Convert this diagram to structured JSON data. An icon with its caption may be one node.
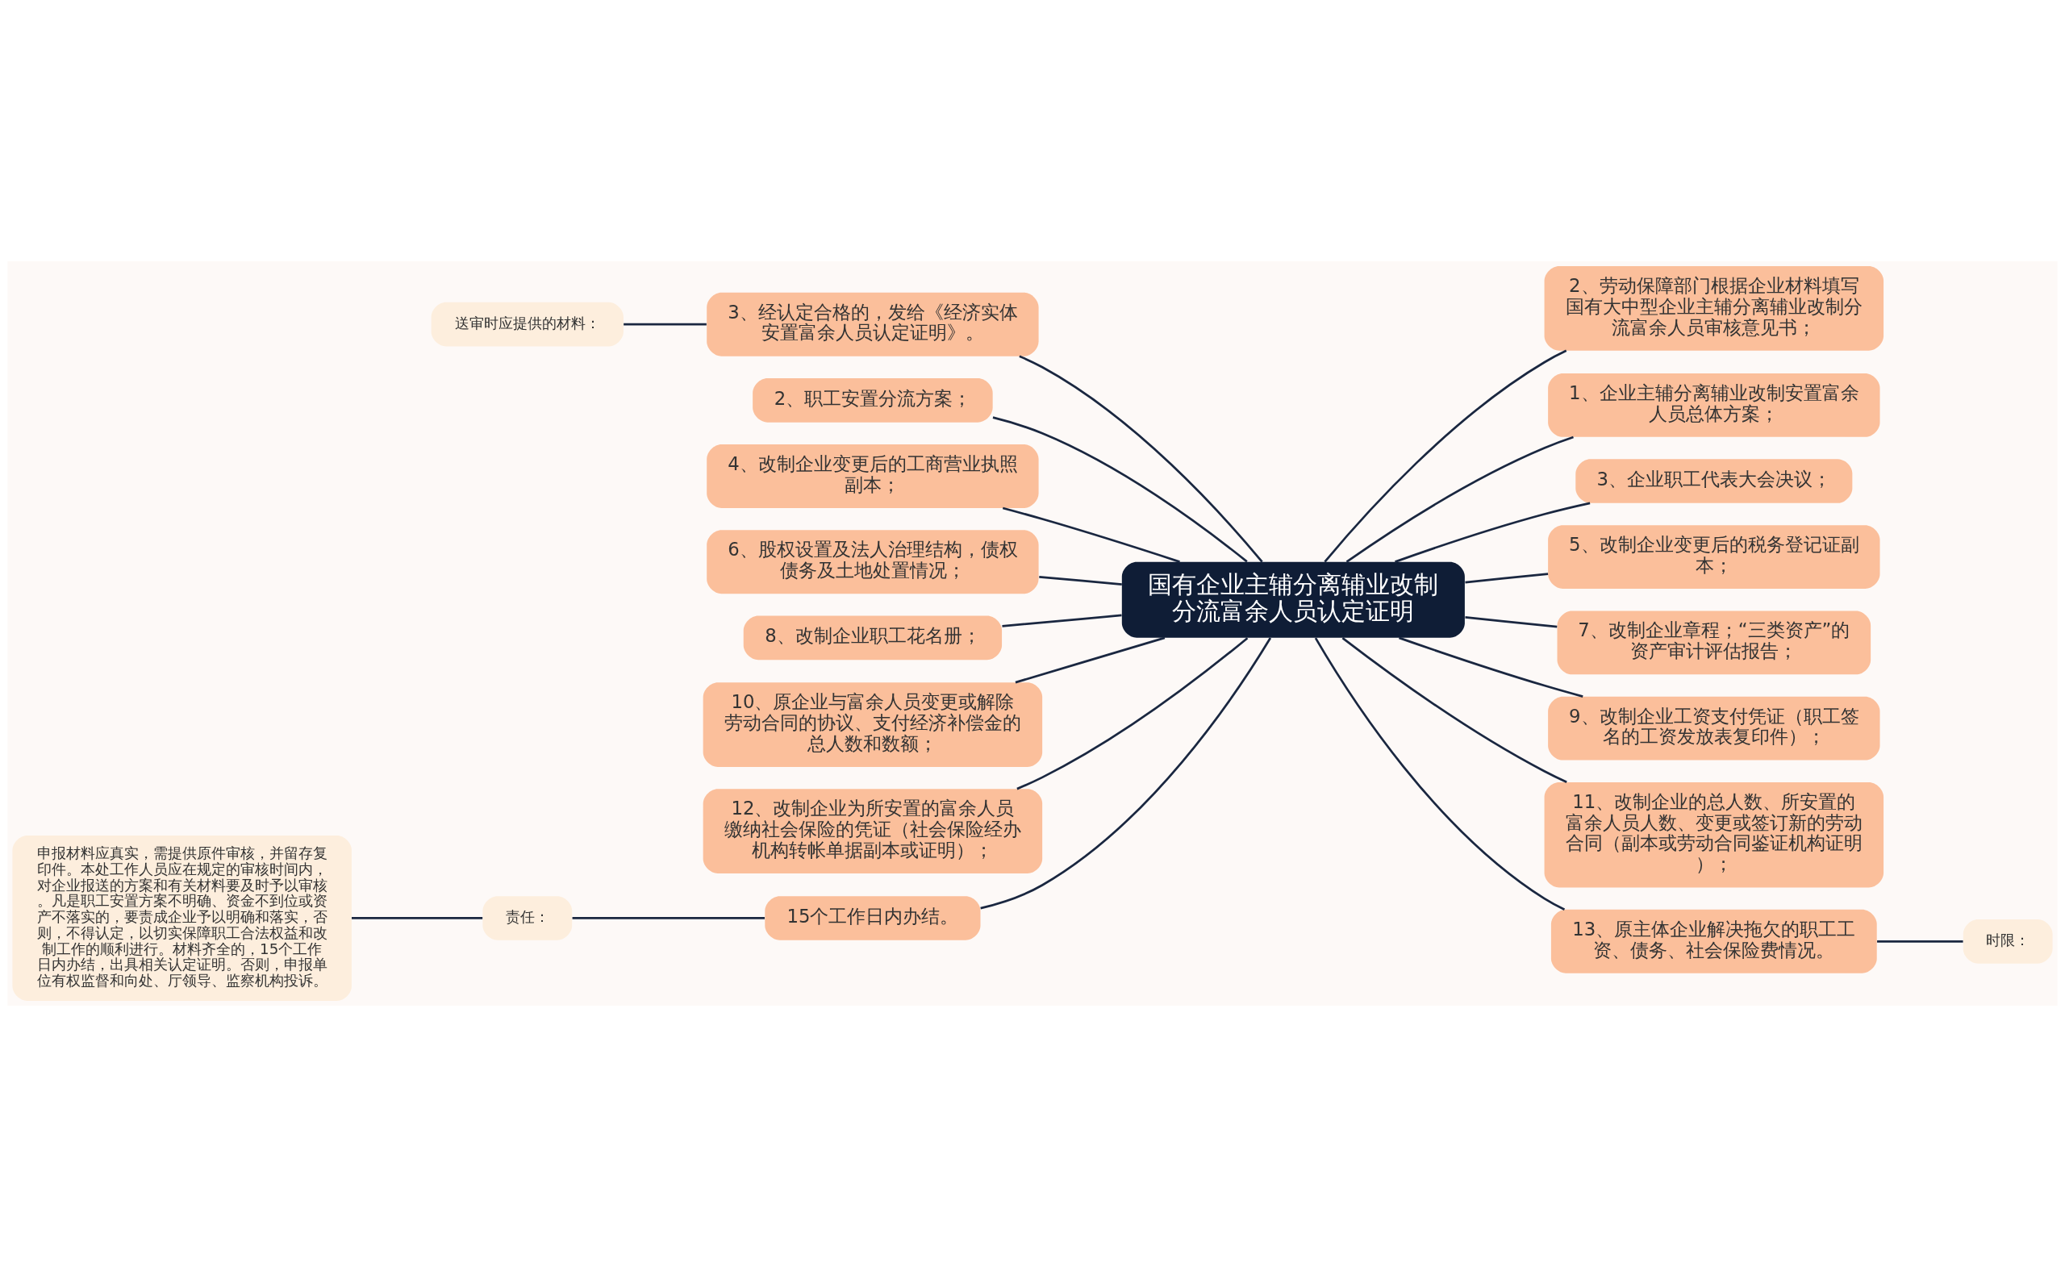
{
  "diagram": {
    "nodes": [
      {
        "text": [
          "国有企业主辅分离辅业改制分流富余人员认定证明"
        ]
      },
      {
        "text": [
          "3、经认定合格的，发给《经济实体安置富余人员认定证明》。"
        ]
      },
      {
        "text": [
          "送审时应提供的材料："
        ]
      },
      {
        "text": [
          "2、职工安置分流方案；"
        ]
      },
      {
        "text": [
          "4、改制企业变更后的工商营业执照副本；"
        ]
      },
      {
        "text": [
          "6、股权设置及法人治理结构，债权债务及土地处置情况；"
        ]
      },
      {
        "text": [
          "8、改制企业职工花名册；"
        ]
      },
      {
        "text": [
          "10、原企业与富余人员变更或解除劳动合同的协议、支付经济补偿金的总人数和数额；"
        ]
      },
      {
        "text": [
          "12、改制企业为所安置的富余人员缴纳社会保险的凭证（社会保险经办机构转帐单据副本或证明）；"
        ]
      },
      {
        "text": [
          "15个工作日内办结。"
        ]
      },
      {
        "text": [
          "责任："
        ]
      },
      {
        "text": [
          "申报材料应真实，需提供原件审核，并留存复印件。本处工作人员应在规定的审核时间内，对企业报送的方案和有关材料要及时予以审核。凡是职工安置方案不明确、资金不到位或资产不落实的，要责成企业予以明确和落实，否则，不得认定，以切实保障职工合法权益和改制工作的顺利进行。材料齐全的，15个工作日内办结，出具相关认定证明。否则，申报单位有权监督和向处、厅领导、监察机构投诉。"
        ]
      },
      {
        "text": [
          "2、劳动保障部门根据企业材料填写国有大中型企业主辅分离辅业改制分流富余人员审核意见书；"
        ]
      },
      {
        "text": [
          "1、企业主辅分离辅业改制安置富余人员总体方案；"
        ]
      },
      {
        "text": [
          "3、企业职工代表大会决议；"
        ]
      },
      {
        "text": [
          "5、改制企业变更后的税务登记证副本；"
        ]
      },
      {
        "text": [
          "7、改制企业章程；“三类资产”的资产审计评估报告；"
        ]
      },
      {
        "text": [
          "9、改制企业工资支付凭证（职工签名的工资发放表复印件）；"
        ]
      },
      {
        "text": [
          "11、改制企业的总人数、所安置的富余人员人数、变更或签订新的劳动合同（副本或劳动合同鉴证机构证明）；"
        ]
      },
      {
        "text": [
          "13、原主体企业解决拖欠的职工工资、债务、社会保险费情况。"
        ]
      },
      {
        "text": [
          "时限："
        ]
      }
    ],
    "edges": [
      {
        "from": 1,
        "to": 0,
        "arrow": "none"
      },
      {
        "from": 2,
        "to": 1,
        "arrow": "none"
      },
      {
        "from": 3,
        "to": 0,
        "arrow": "none"
      },
      {
        "from": 4,
        "to": 0,
        "arrow": "none"
      },
      {
        "from": 5,
        "to": 0,
        "arrow": "none"
      },
      {
        "from": 6,
        "to": 0,
        "arrow": "none"
      },
      {
        "from": 7,
        "to": 0,
        "arrow": "none"
      },
      {
        "from": 8,
        "to": 0,
        "arrow": "none"
      },
      {
        "from": 9,
        "to": 0,
        "arrow": "none"
      },
      {
        "from": 10,
        "to": 9,
        "arrow": "none"
      },
      {
        "from": 11,
        "to": 10,
        "arrow": "none"
      },
      {
        "from": 0,
        "to": 12,
        "arrow": "none"
      },
      {
        "from": 0,
        "to": 13,
        "arrow": "none"
      },
      {
        "from": 0,
        "to": 14,
        "arrow": "none"
      },
      {
        "from": 0,
        "to": 15,
        "arrow": "none"
      },
      {
        "from": 0,
        "to": 16,
        "arrow": "none"
      },
      {
        "from": 0,
        "to": 17,
        "arrow": "none"
      },
      {
        "from": 0,
        "to": 18,
        "arrow": "none"
      },
      {
        "from": 0,
        "to": 19,
        "arrow": "none"
      },
      {
        "from": 19,
        "to": 20,
        "arrow": "none"
      }
    ]
  }
}
